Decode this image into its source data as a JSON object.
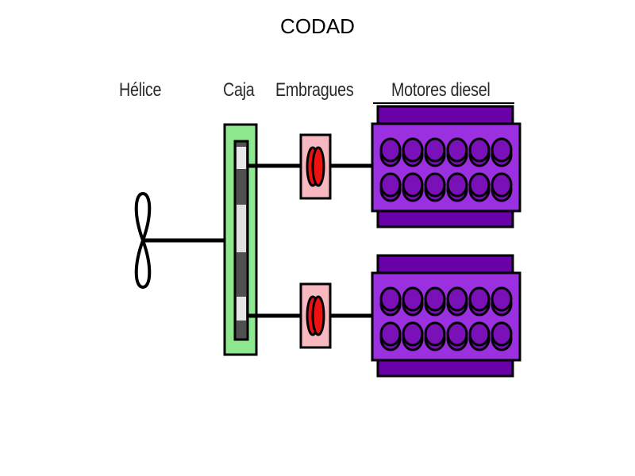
{
  "title": "CODAD",
  "labels": {
    "propeller": "Hélice",
    "gearbox": "Caja",
    "clutches": "Embragues",
    "engines": "Motores diesel"
  },
  "components": {
    "engine_count": 2,
    "cylinders_per_row": 6,
    "cylinder_rows": 2,
    "clutch_count": 2
  },
  "colors": {
    "gearbox_fill": "#8ee88e",
    "clutch_fill": "#f7b8c0",
    "clutch_disc": "#ee1111",
    "engine_body": "#9b30e0",
    "engine_head": "#6a00a8",
    "cylinder": "#7a10b8",
    "line": "#000000"
  }
}
